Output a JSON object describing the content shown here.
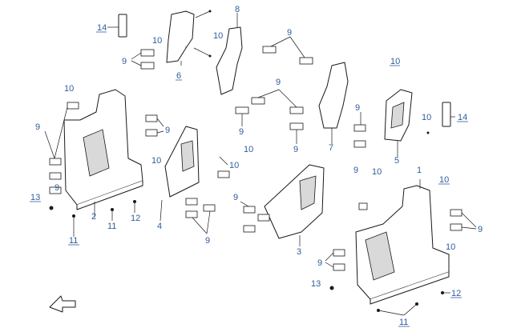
{
  "diagram": {
    "callouts": {
      "c1": "1",
      "c2": "2",
      "c3": "3",
      "c4": "4",
      "c5": "5",
      "c6": "6",
      "c7": "7",
      "c8": "8",
      "c9": "9",
      "c10": "10",
      "c11": "11",
      "c12": "12",
      "c13": "13",
      "c14": "14"
    },
    "colors": {
      "callout_text": "#2f5d9e",
      "line_art": "#1a1a1a",
      "shading": "#d9d9d9"
    },
    "direction_arrow_icon": "front-direction-arrow-icon"
  }
}
